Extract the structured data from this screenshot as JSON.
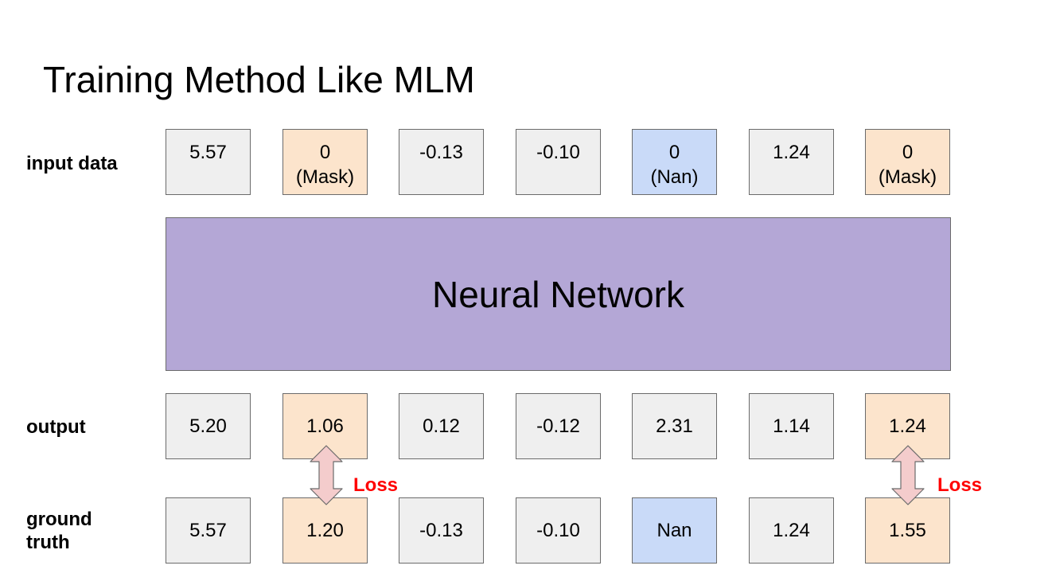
{
  "title": "Training Method Like MLM",
  "labels": {
    "input": "input data",
    "output": "output",
    "ground_truth": "ground\ntruth"
  },
  "network": "Neural Network",
  "input_row": [
    {
      "value": "5.57",
      "kind": "normal"
    },
    {
      "value": "0\n(Mask)",
      "kind": "mask"
    },
    {
      "value": "-0.13",
      "kind": "normal"
    },
    {
      "value": "-0.10",
      "kind": "normal"
    },
    {
      "value": "0\n(Nan)",
      "kind": "nan"
    },
    {
      "value": "1.24",
      "kind": "normal"
    },
    {
      "value": "0\n(Mask)",
      "kind": "mask"
    }
  ],
  "output_row": [
    {
      "value": "5.20",
      "kind": "normal"
    },
    {
      "value": "1.06",
      "kind": "mask"
    },
    {
      "value": "0.12",
      "kind": "normal"
    },
    {
      "value": "-0.12",
      "kind": "normal"
    },
    {
      "value": "2.31",
      "kind": "normal"
    },
    {
      "value": "1.14",
      "kind": "normal"
    },
    {
      "value": "1.24",
      "kind": "mask"
    }
  ],
  "truth_row": [
    {
      "value": "5.57",
      "kind": "normal"
    },
    {
      "value": "1.20",
      "kind": "mask"
    },
    {
      "value": "-0.13",
      "kind": "normal"
    },
    {
      "value": "-0.10",
      "kind": "normal"
    },
    {
      "value": "Nan",
      "kind": "nan"
    },
    {
      "value": "1.24",
      "kind": "normal"
    },
    {
      "value": "1.55",
      "kind": "mask"
    }
  ],
  "loss_label": "Loss",
  "colors": {
    "normal": "#efefef",
    "mask": "#fce4cc",
    "nan": "#c9daf8",
    "network": "#b4a7d6",
    "arrow": "#f4cccc",
    "loss": "#ff0000"
  }
}
